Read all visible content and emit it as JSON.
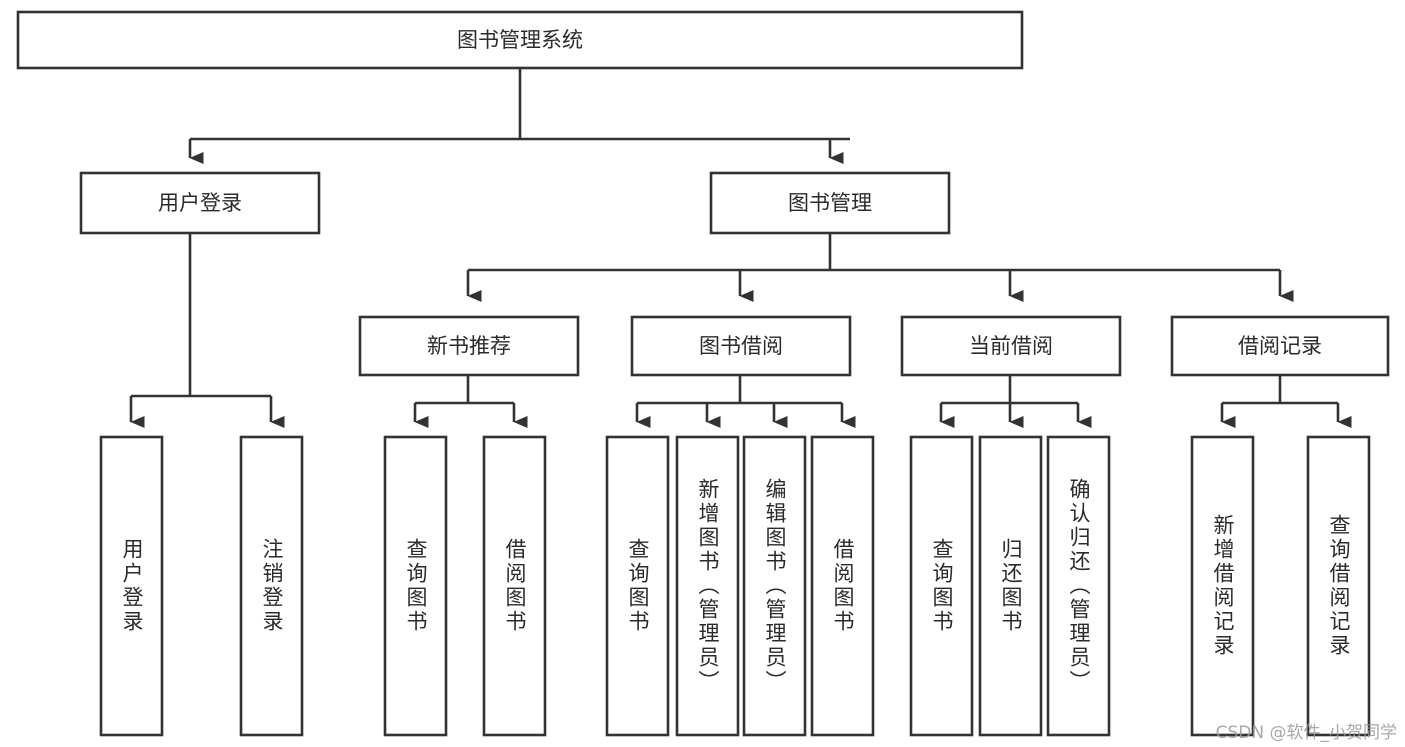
{
  "diagram": {
    "type": "tree",
    "title": "图书管理系统",
    "watermark": "CSDN @软件_小贺同学",
    "colors": {
      "stroke": "#333333",
      "fill": "#ffffff",
      "text": "#2b2b2b",
      "watermark": "#9a9a9a"
    },
    "levels": {
      "root": {
        "label": "图书管理系统"
      },
      "level2": [
        {
          "label": "用户登录"
        },
        {
          "label": "图书管理"
        }
      ],
      "level3": [
        {
          "label": "新书推荐"
        },
        {
          "label": "图书借阅"
        },
        {
          "label": "当前借阅"
        },
        {
          "label": "借阅记录"
        }
      ],
      "leaves": [
        {
          "label": "用户登录",
          "parent": "用户登录"
        },
        {
          "label": "注销登录",
          "parent": "用户登录"
        },
        {
          "label": "查询图书",
          "parent": "新书推荐"
        },
        {
          "label": "借阅图书",
          "parent": "新书推荐"
        },
        {
          "label": "查询图书",
          "parent": "图书借阅"
        },
        {
          "label": "新增图书（管理员）",
          "parent": "图书借阅"
        },
        {
          "label": "编辑图书（管理员）",
          "parent": "图书借阅"
        },
        {
          "label": "借阅图书",
          "parent": "图书借阅"
        },
        {
          "label": "查询图书",
          "parent": "当前借阅"
        },
        {
          "label": "归还图书",
          "parent": "当前借阅"
        },
        {
          "label": "确认归还（管理员）",
          "parent": "当前借阅"
        },
        {
          "label": "新增借阅记录",
          "parent": "借阅记录"
        },
        {
          "label": "查询借阅记录",
          "parent": "借阅记录"
        }
      ]
    }
  }
}
